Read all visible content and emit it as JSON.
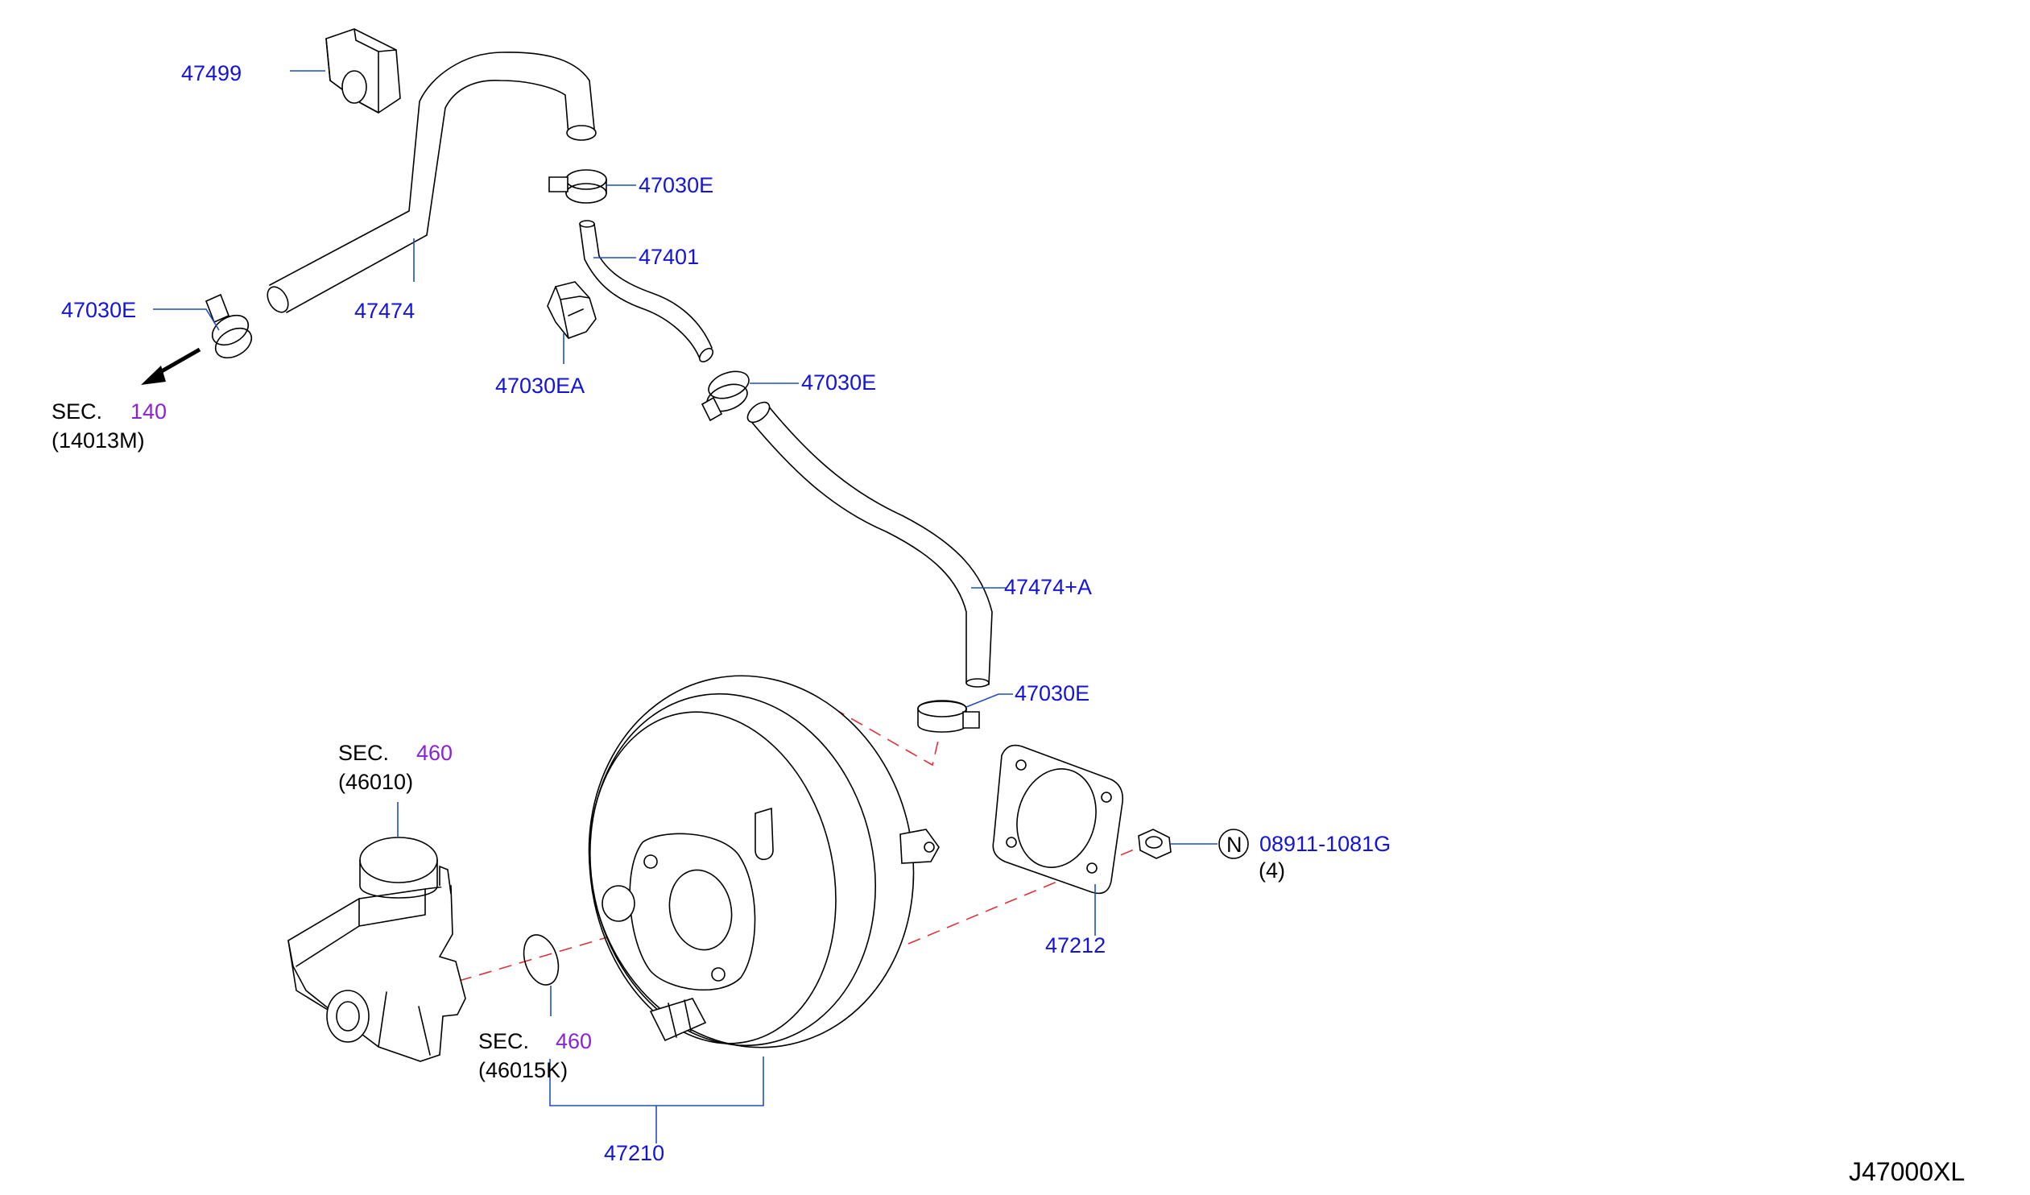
{
  "labels": {
    "p47499": "47499",
    "p47030e_a": "47030E",
    "p47401": "47401",
    "p47030e_left": "47030E",
    "p47474": "47474",
    "p47030ea": "47030EA",
    "p47030e_b": "47030E",
    "p47474a": "47474+A",
    "p47030e_c": "47030E",
    "p08911": "08911-1081G",
    "qty": "(4)",
    "p47212": "47212",
    "p47210": "47210",
    "sec140_prefix": "SEC.",
    "sec140_num": "140",
    "sec140_sub": "(14013M)",
    "sec460a_prefix": "SEC.",
    "sec460a_num": "460",
    "sec460a_sub": "(46010)",
    "sec460b_prefix": "SEC.",
    "sec460b_num": "460",
    "sec460b_sub": "(46015K)",
    "nut_symbol": "N",
    "diagram_code": "J47000XL"
  },
  "colors": {
    "part_number": "#1414d9",
    "section_ref": "#8a22d8",
    "leader": "#1f4fbf",
    "phantom": "#e0303a",
    "line": "#000000"
  }
}
